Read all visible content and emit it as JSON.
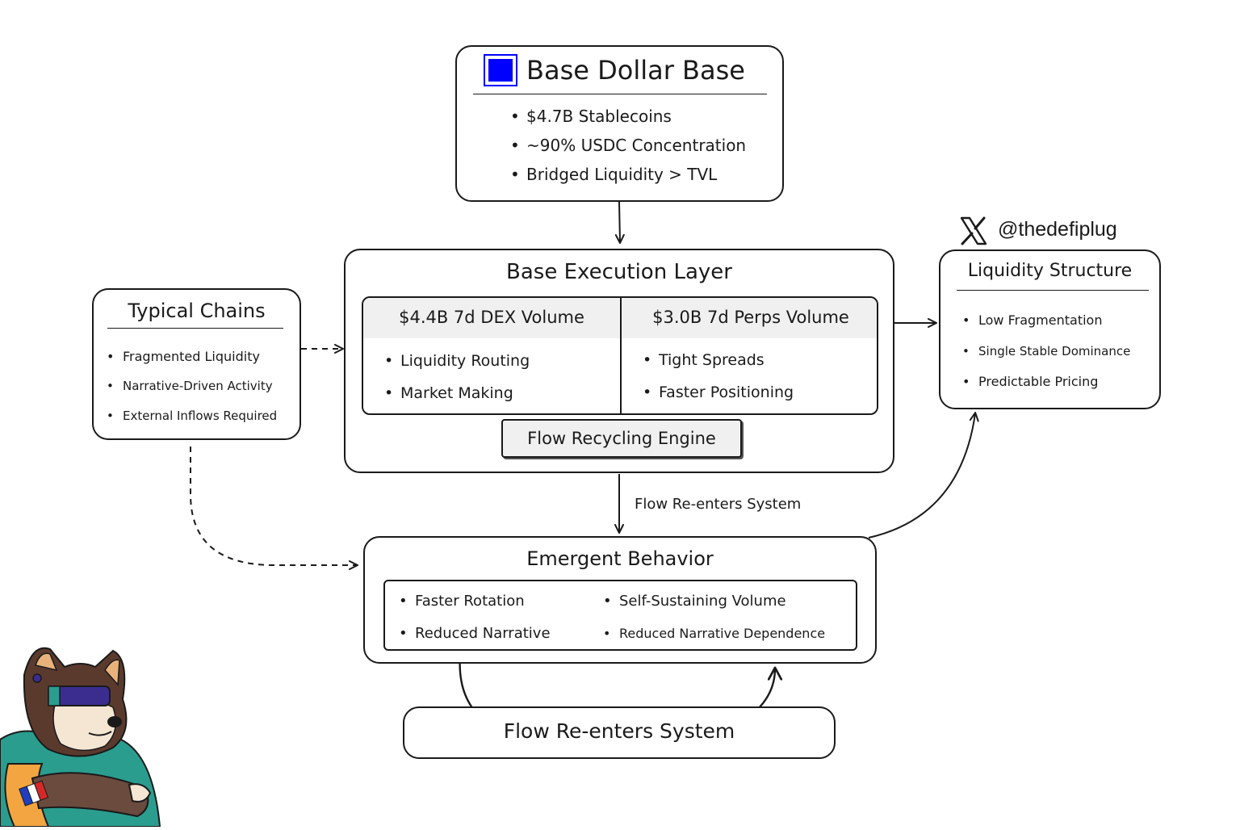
{
  "base_dollar": {
    "title": "Base Dollar Base",
    "items": [
      "$4.7B Stablecoins",
      "~90% USDC Concentration",
      "Bridged Liquidity > TVL"
    ]
  },
  "execution": {
    "title": "Base Execution Layer",
    "dex": {
      "title": "$4.4B 7d DEX Volume",
      "items": [
        "Liquidity Routing",
        "Market Making"
      ]
    },
    "perps": {
      "title": "$3.0B 7d Perps Volume",
      "items": [
        "Tight Spreads",
        "Faster Positioning"
      ]
    },
    "engine": "Flow Recycling Engine"
  },
  "typical": {
    "title": "Typical Chains",
    "items": [
      "Fragmented Liquidity",
      "Narrative-Driven Activity",
      "External Inflows Required"
    ]
  },
  "liquidity": {
    "handle": "@thedefiplug",
    "title": "Liquidity Structure",
    "items": [
      "Low Fragmentation",
      "Single Stable Dominance",
      "Predictable Pricing"
    ]
  },
  "flow_label": "Flow Re-enters System",
  "emergent": {
    "title": "Emergent Behavior",
    "left_items": [
      "Faster Rotation",
      "Reduced Narrative"
    ],
    "right_items": [
      "Self-Sustaining Volume",
      "Reduced Narrative Dependence"
    ]
  },
  "bottom": {
    "label": "Flow Re-enters System"
  },
  "colors": {
    "ink": "#1a1a1a",
    "accent_square": "#0000ff",
    "header_fill": "#f0f0f0"
  },
  "icons": [
    "square-logo-icon",
    "x-logo-icon",
    "dog-mascot-icon",
    "arrow-icon"
  ]
}
